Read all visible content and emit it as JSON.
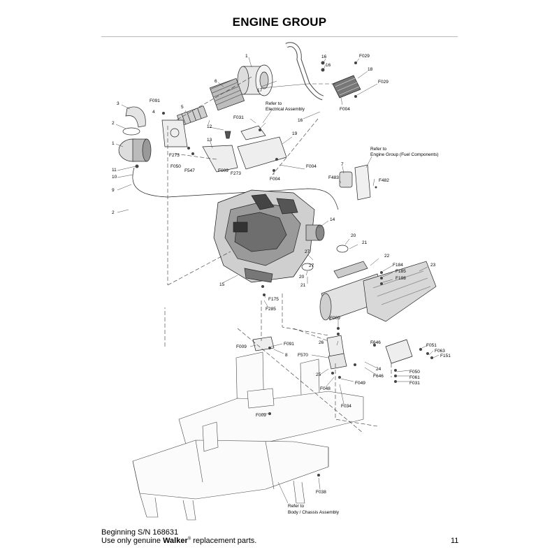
{
  "header": {
    "title": "ENGINE GROUP"
  },
  "callouts": {
    "c1a": "1",
    "c16a": "16",
    "c16b": "16",
    "cF029a": "F029",
    "c18": "18",
    "cF029b": "F029",
    "c6": "6",
    "c17": "17",
    "cF004a": "F004",
    "c16c": "16",
    "c3": "3",
    "cF091a": "F091",
    "c4": "4",
    "c5": "5",
    "cF031a": "F031",
    "c2a": "2",
    "c12": "12",
    "c13": "13",
    "c19": "19",
    "c1b": "1",
    "cF273a": "F273",
    "cF050a": "F050",
    "cF547": "F547",
    "cF009a": "F009",
    "cF273b": "F273",
    "cF004b": "F004",
    "cF004c": "F004",
    "c11": "11",
    "c10": "10",
    "c9": "9",
    "c7": "7",
    "cF483": "F483",
    "cF482": "F482",
    "c2b": "2",
    "c14": "14",
    "c20a": "20",
    "c21a": "21",
    "c27a": "27",
    "c22": "22",
    "c23": "23",
    "cF184": "F184",
    "cF185": "F185",
    "cF198": "F198",
    "c27b": "27",
    "c20b": "20",
    "c21b": "21",
    "c15": "15",
    "cF175": "F175",
    "cF285": "F285",
    "cF009b": "F009",
    "cF009c": "F009",
    "cF091b": "F091",
    "c8": "8",
    "c26": "26",
    "cF570": "F570",
    "cF646a": "F646",
    "cF051": "F051",
    "cF063": "F063",
    "cF151": "F151",
    "c24": "24",
    "cF646b": "F646",
    "cF050b": "F050",
    "cF061": "F061",
    "cF031b": "F031",
    "c25": "25",
    "cF049": "F049",
    "cF048": "F048",
    "cF034": "F034",
    "cF009d": "F009",
    "cF038": "F038"
  },
  "refs": {
    "electrical_1": "Refer to",
    "electrical_2": "Electrical Assembly",
    "fuel_1": "Refer to",
    "fuel_2": "Engine Group (Fuel Components)",
    "chassis_1": "Refer to",
    "chassis_2": "Body / Chassis Assembly"
  },
  "footer": {
    "serial": "Beginning S/N 168631",
    "prefix": "Use only genuine ",
    "brand": "Walker",
    "mark": "®",
    "suffix": " replacement parts.",
    "page": "11"
  }
}
